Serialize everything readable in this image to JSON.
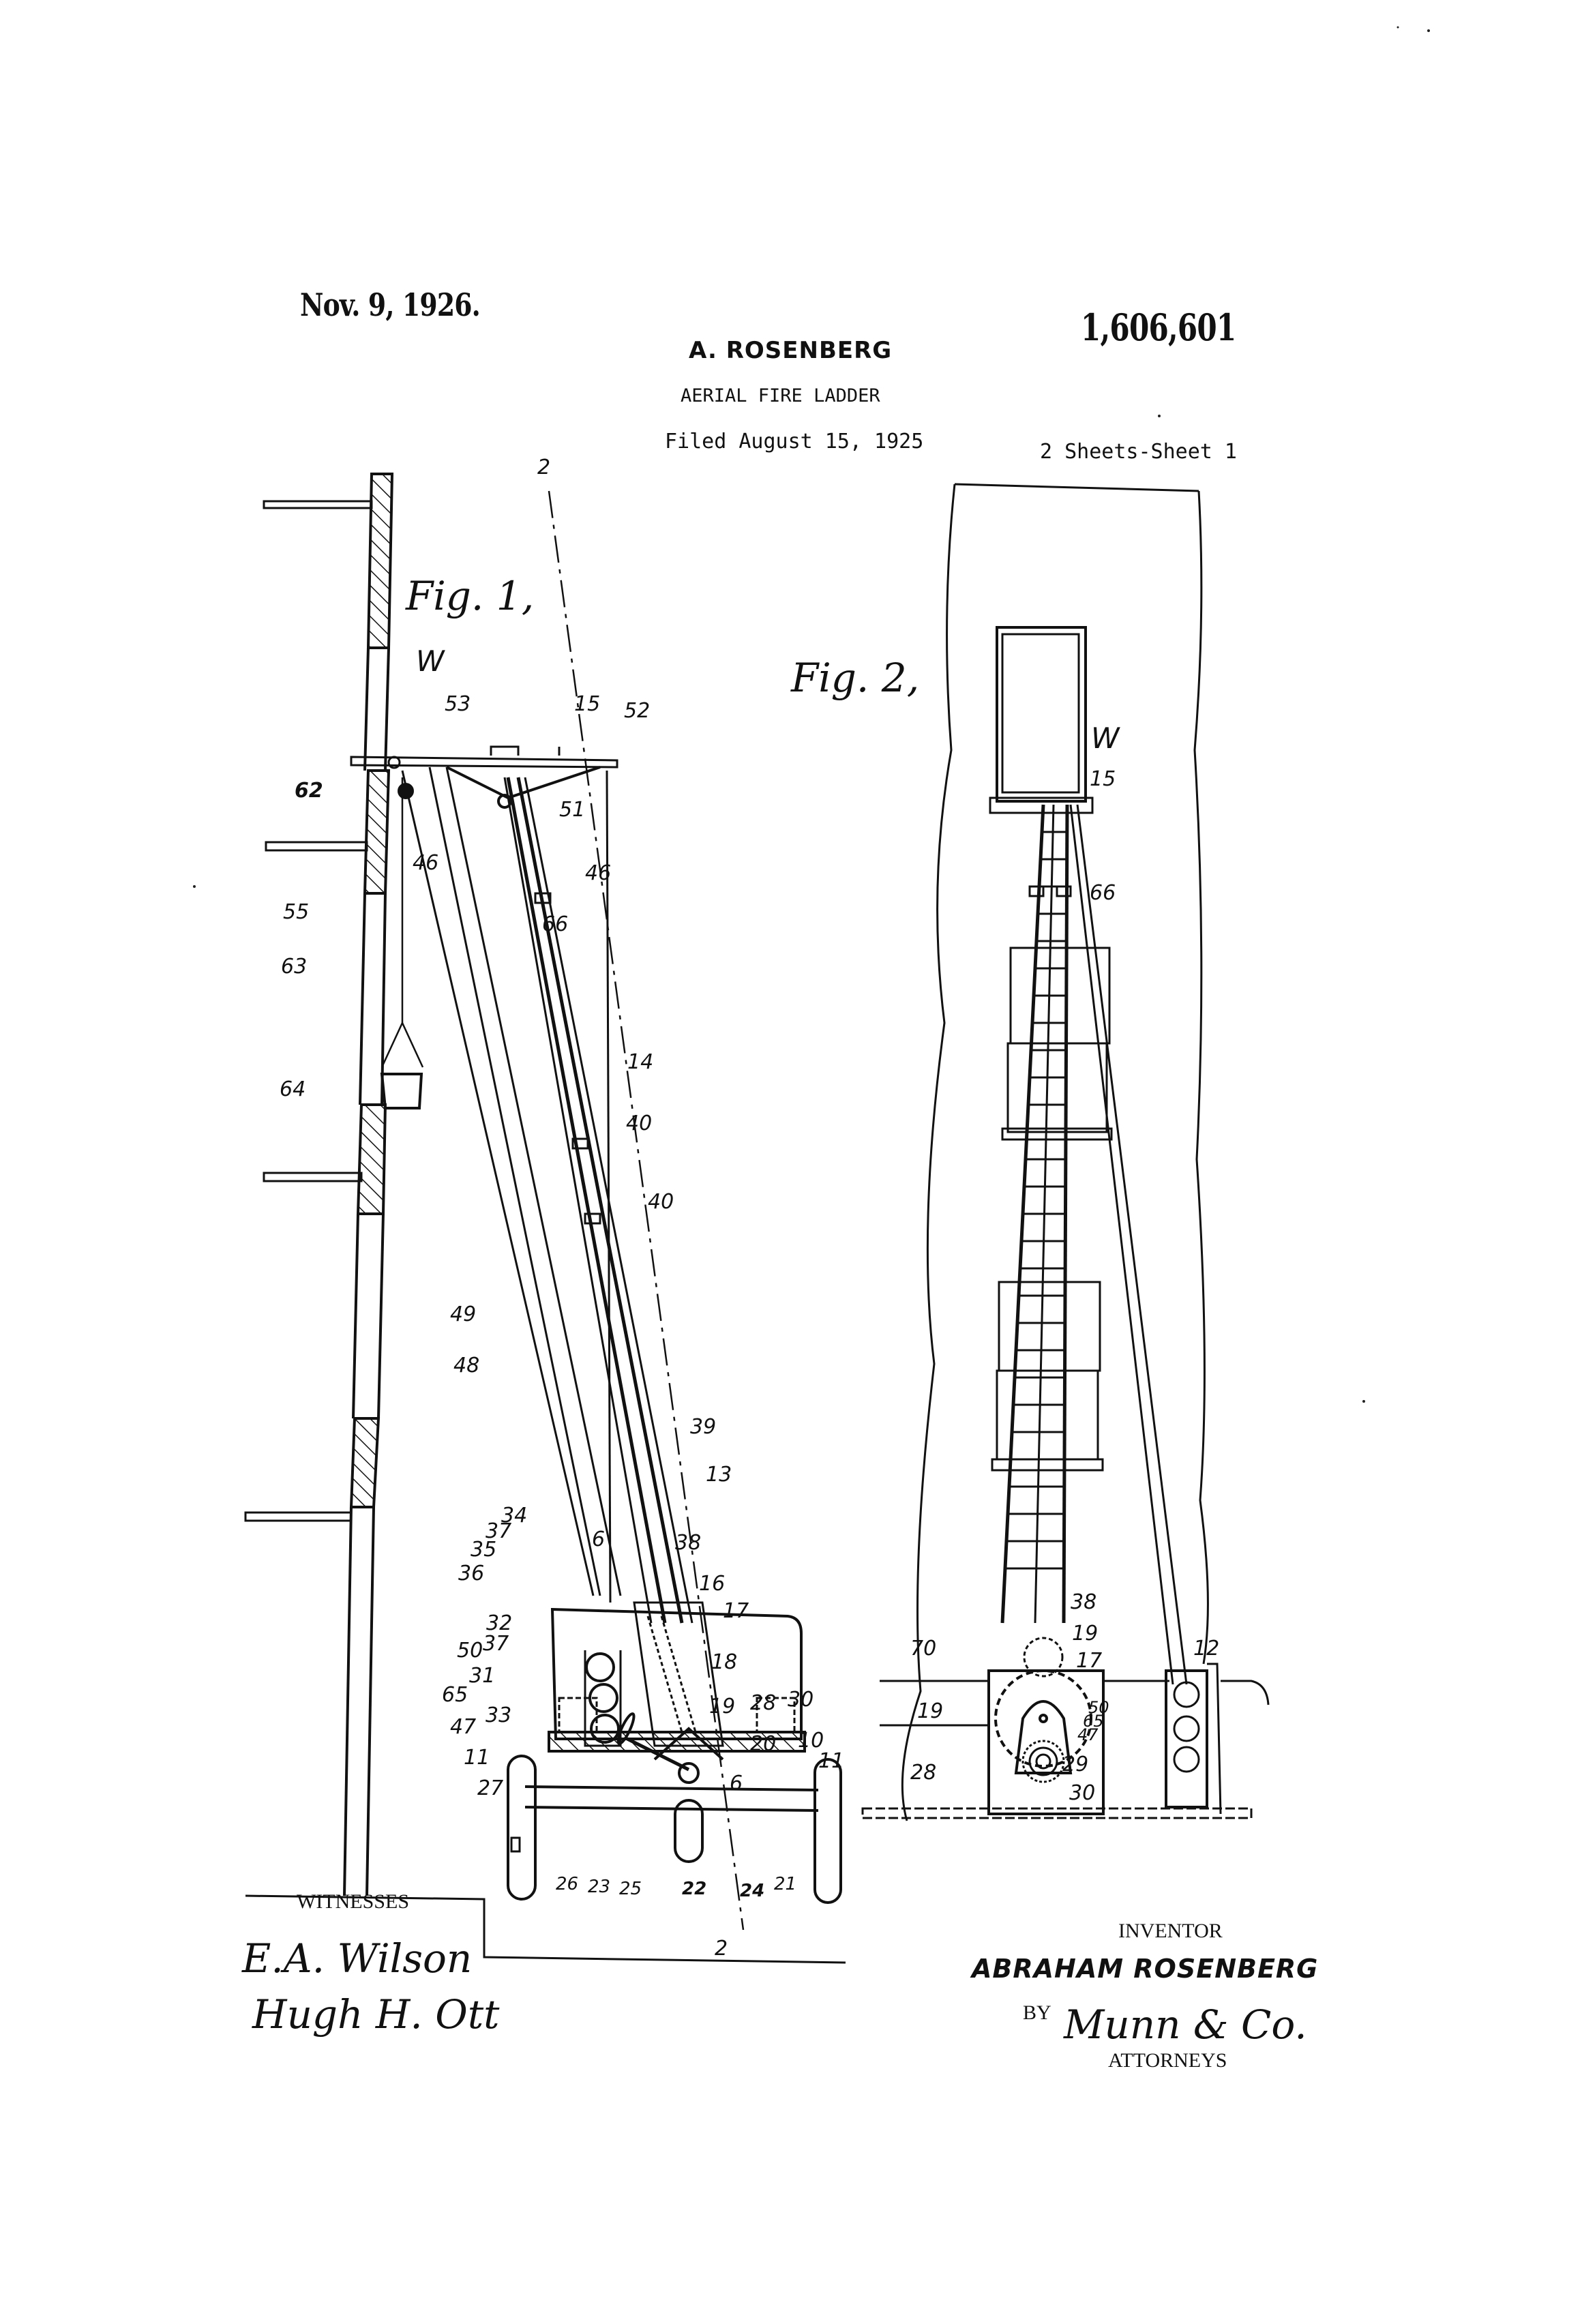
{
  "header": {
    "date": "Nov. 9, 1926.",
    "patent_number": "1,606,601",
    "inventor_short": "A. ROSENBERG",
    "title": "AERIAL FIRE LADDER",
    "filed": "Filed August 15, 1925",
    "sheets": "2 Sheets-Sheet 1"
  },
  "figures": [
    {
      "label": "Fig. 1,",
      "section_marker": "2",
      "reference_numerals": [
        "W",
        "53",
        "15",
        "52",
        "51",
        "62",
        "55",
        "63",
        "64",
        "46",
        "46",
        "66",
        "14",
        "40",
        "40",
        "49",
        "48",
        "39",
        "13",
        "34",
        "37",
        "35",
        "36",
        "6",
        "38",
        "16",
        "17",
        "18",
        "32",
        "50",
        "37",
        "31",
        "65",
        "33",
        "47",
        "11",
        "19",
        "28",
        "30",
        "20",
        "10",
        "11",
        "27",
        "6",
        "26",
        "23",
        "25",
        "22",
        "24",
        "21",
        "2"
      ]
    },
    {
      "label": "Fig. 2,",
      "reference_numerals": [
        "W",
        "15",
        "66",
        "38",
        "19",
        "17",
        "70",
        "12",
        "19",
        "50",
        "65",
        "47",
        "28",
        "29",
        "30"
      ]
    }
  ],
  "footer": {
    "witnesses_label": "WITNESSES",
    "witness_1": "E.A. Wilson",
    "witness_2": "Hugh H. Ott",
    "inventor_label": "INVENTOR",
    "inventor_name": "ABRAHAM ROSENBERG",
    "by_label": "BY",
    "attorney_signature": "Munn & Co.",
    "attorneys_label": "ATTORNEYS"
  }
}
